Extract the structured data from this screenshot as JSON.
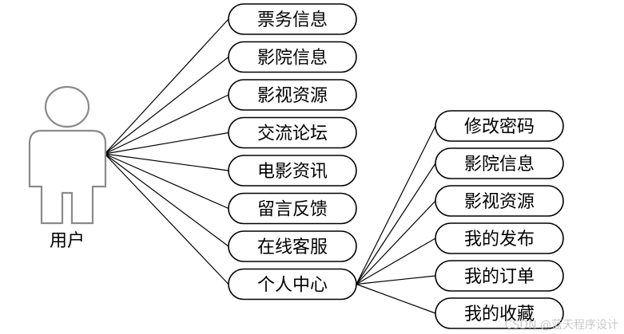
{
  "actor": {
    "label": "用户",
    "icon": "person-icon"
  },
  "user_functions": [
    "票务信息",
    "影院信息",
    "影视资源",
    "交流论坛",
    "电影资讯",
    "留言反馈",
    "在线客服",
    "个人中心"
  ],
  "personal_center_functions": [
    "修改密码",
    "影院信息",
    "影视资源",
    "我的发布",
    "我的订单",
    "我的收藏"
  ],
  "watermark": "CSDN @蓝天程序设计"
}
